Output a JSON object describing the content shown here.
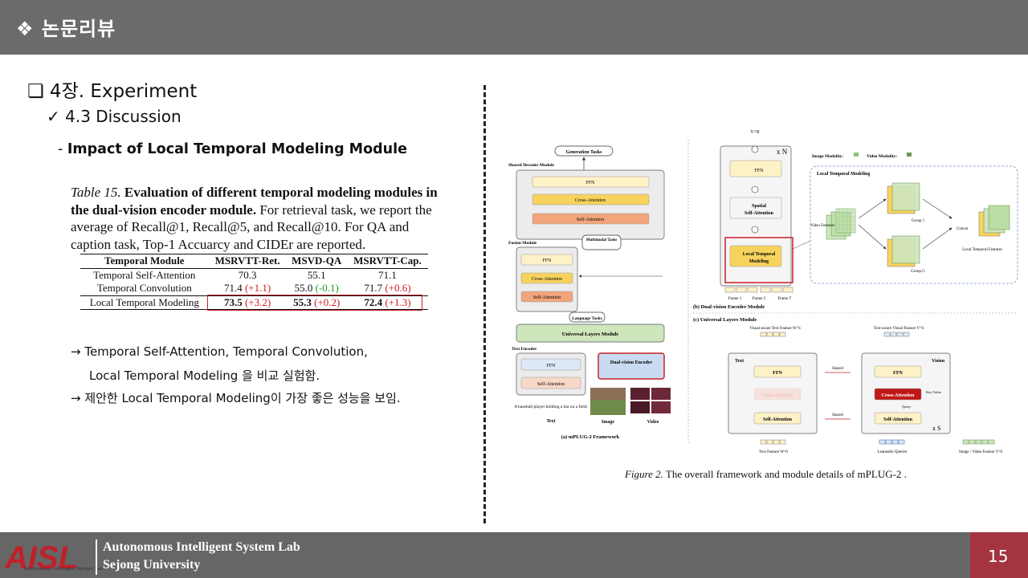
{
  "header": {
    "title": "❖ 논문리뷰"
  },
  "section": {
    "title": "❏ 4장. Experiment",
    "subtitle": "✓ 4.3 Discussion",
    "topic_prefix": "- ",
    "topic": "Impact of Local Temporal Modeling Module"
  },
  "table_caption": {
    "label": "Table 15.",
    "bold": "Evaluation of different temporal modeling modules in the dual-vision encoder module.",
    "rest": "For retrieval task, we report the average of Recall@1, Recall@5, and Recall@10. For QA and caption task, Top-1 Accuarcy and CIDEr are reported."
  },
  "table": {
    "headers": [
      "Temporal Module",
      "MSRVTT-Ret.",
      "MSVD-QA",
      "MSRVTT-Cap."
    ],
    "rows": [
      {
        "module": "Temporal Self-Attention",
        "ret": "70.3",
        "ret_d": "",
        "qa": "55.1",
        "qa_d": "",
        "cap": "71.1",
        "cap_d": ""
      },
      {
        "module": "Temporal Convolution",
        "ret": "71.4",
        "ret_d": "(+1.1)",
        "qa": "55.0",
        "qa_d": "(-0.1)",
        "cap": "71.7",
        "cap_d": "(+0.6)"
      },
      {
        "module": "Local Temporal Modeling",
        "ret": "73.5",
        "ret_d": "(+3.2)",
        "qa": "55.3",
        "qa_d": "(+0.2)",
        "cap": "72.4",
        "cap_d": "(+1.3)"
      }
    ]
  },
  "notes": {
    "line1": "→ Temporal Self-Attention, Temporal Convolution,",
    "line2": "Local Temporal Modeling 을 비교 실험함.",
    "line3": "→ 제안한 Local Temporal Modeling이 가장 좋은 성능을 보임."
  },
  "figure": {
    "a": {
      "generation_tasks": "Generation Tasks",
      "shared_decoder": "Shared Decoder Module",
      "ffn": "FFN",
      "cross_attention": "Cross-Attention",
      "self_attention": "Self-Attention",
      "fusion_module": "Fusion Module",
      "multimodal_tasks": "Multimodal Tasks",
      "language_tasks": "Language Tasks",
      "universal_layers": "Universal Layers Module",
      "text_encoder": "Text Encoder",
      "dual_vision_encoder": "Dual-vision Encoder",
      "text_input": "A baseball player holding a bat on a field.",
      "text_label": "Text",
      "image_label": "Image",
      "video_label": "Video",
      "caption": "(a) mPLUG-2 Framework"
    },
    "b": {
      "vn": "V^N",
      "xn": "x N",
      "ffn": "FFN",
      "spatial": "Spatial",
      "self_attention": "Self-Attention",
      "local_temporal": "Local Temporal",
      "modeling": "Modeling",
      "image_modality": "Image Modality:",
      "video_modality": "Video Modality:",
      "ltm_title": "Local Temporal Modeling",
      "group1": "Group 1",
      "groupg": "Group G",
      "concat": "Concat",
      "video_feature": "Video Features",
      "local_features": "Local Temporal Features",
      "frame1": "Frame 1",
      "frame2": "Frame 2",
      "framet": "Frame T",
      "caption": "(b) Dual-vision Encoder Module"
    },
    "c": {
      "caption": "(c) Universal Layers Module",
      "vis_text_feat": "Visual-aware Text Feature W^S",
      "text_vis_feat": "Text-aware Visual Feature V^S",
      "text": "Text",
      "vision": "Vision",
      "ffn": "FFN",
      "cross_attention": "Cross-Attention",
      "self_attention": "Self-Attention",
      "shared": "Shared",
      "key_value": "Key Value",
      "query": "Query",
      "xs": "x S",
      "text_feature": "Text Feature W^0",
      "learnable_queries": "Learnable Queries",
      "image_video_feature": "Image / Video Feature V^0"
    },
    "caption_label": "Figure 2.",
    "caption_text": "The overall framework and module details of mPLUG-2 ."
  },
  "footer": {
    "logo": "AISL",
    "logo_sub": "Autonomous Intelligent System Lab",
    "line1": "Autonomous Intelligent System Lab",
    "line2": "Sejong University",
    "page": "15"
  }
}
